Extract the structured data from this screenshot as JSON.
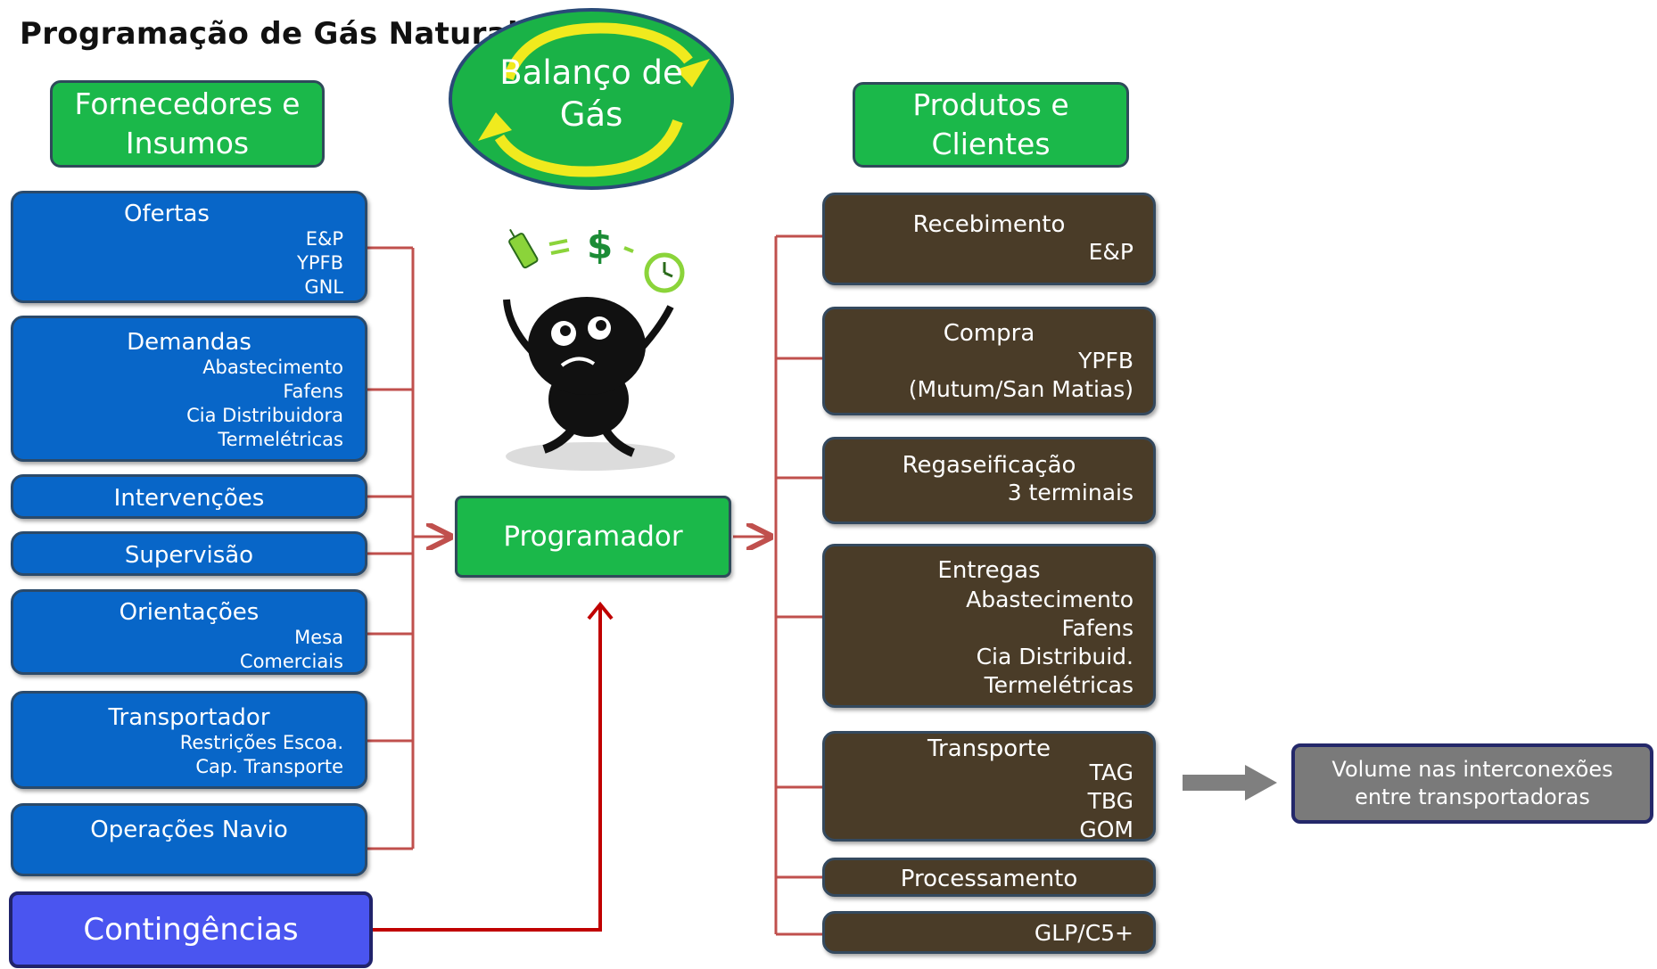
{
  "title": "Programação de Gás Natural",
  "balanco": {
    "line1": "Balanço de",
    "line2": "Gás"
  },
  "fornecedores_header": {
    "line1": "Fornecedores e",
    "line2": "Insumos"
  },
  "produtos_header": {
    "line1": "Produtos e",
    "line2": "Clientes"
  },
  "inputs": [
    {
      "title": "Ofertas",
      "items": [
        "E&P",
        "YPFB",
        "GNL"
      ]
    },
    {
      "title": "Demandas",
      "items": [
        "Abastecimento",
        "Fafens",
        "Cia Distribuidora",
        "Termelétricas"
      ]
    },
    {
      "title": "Intervenções",
      "items": []
    },
    {
      "title": "Supervisão",
      "items": []
    },
    {
      "title": "Orientações",
      "items": [
        "Mesa",
        "Comerciais"
      ]
    },
    {
      "title": "Transportador",
      "items": [
        "Restrições Escoa.",
        "Cap. Transporte"
      ]
    },
    {
      "title": "Operações Navio",
      "items": []
    }
  ],
  "programador": "Programador",
  "contingencias": "Contingências",
  "outputs": [
    {
      "title": "Recebimento",
      "items": [
        "E&P"
      ]
    },
    {
      "title": "Compra",
      "items": [
        "YPFB",
        "(Mutum/San Matias)"
      ]
    },
    {
      "title": "Regaseificação",
      "items": [
        "3 terminais"
      ]
    },
    {
      "title": "Entregas",
      "items": [
        "Abastecimento",
        "Fafens",
        "Cia Distribuid.",
        "Termelétricas"
      ]
    },
    {
      "title": "Transporte",
      "items": [
        "TAG",
        "TBG",
        "GOM"
      ]
    },
    {
      "title": "Processamento",
      "items": []
    },
    {
      "title": "",
      "items": [
        "GLP/C5+"
      ]
    }
  ],
  "volume_note": {
    "line1": "Volume nas interconexões",
    "line2": "entre transportadoras"
  },
  "colors": {
    "green": "#1bb84a",
    "blue": "#0866c8",
    "brown": "#4a3c28",
    "connector": "#c0504d",
    "contingency_arrow": "#c00000",
    "gray_arrow": "#7f7f7f"
  },
  "icons": [
    "cycle-arrows-icon",
    "worried-character-icon",
    "phone-icon",
    "dollar-icon",
    "clock-icon"
  ]
}
